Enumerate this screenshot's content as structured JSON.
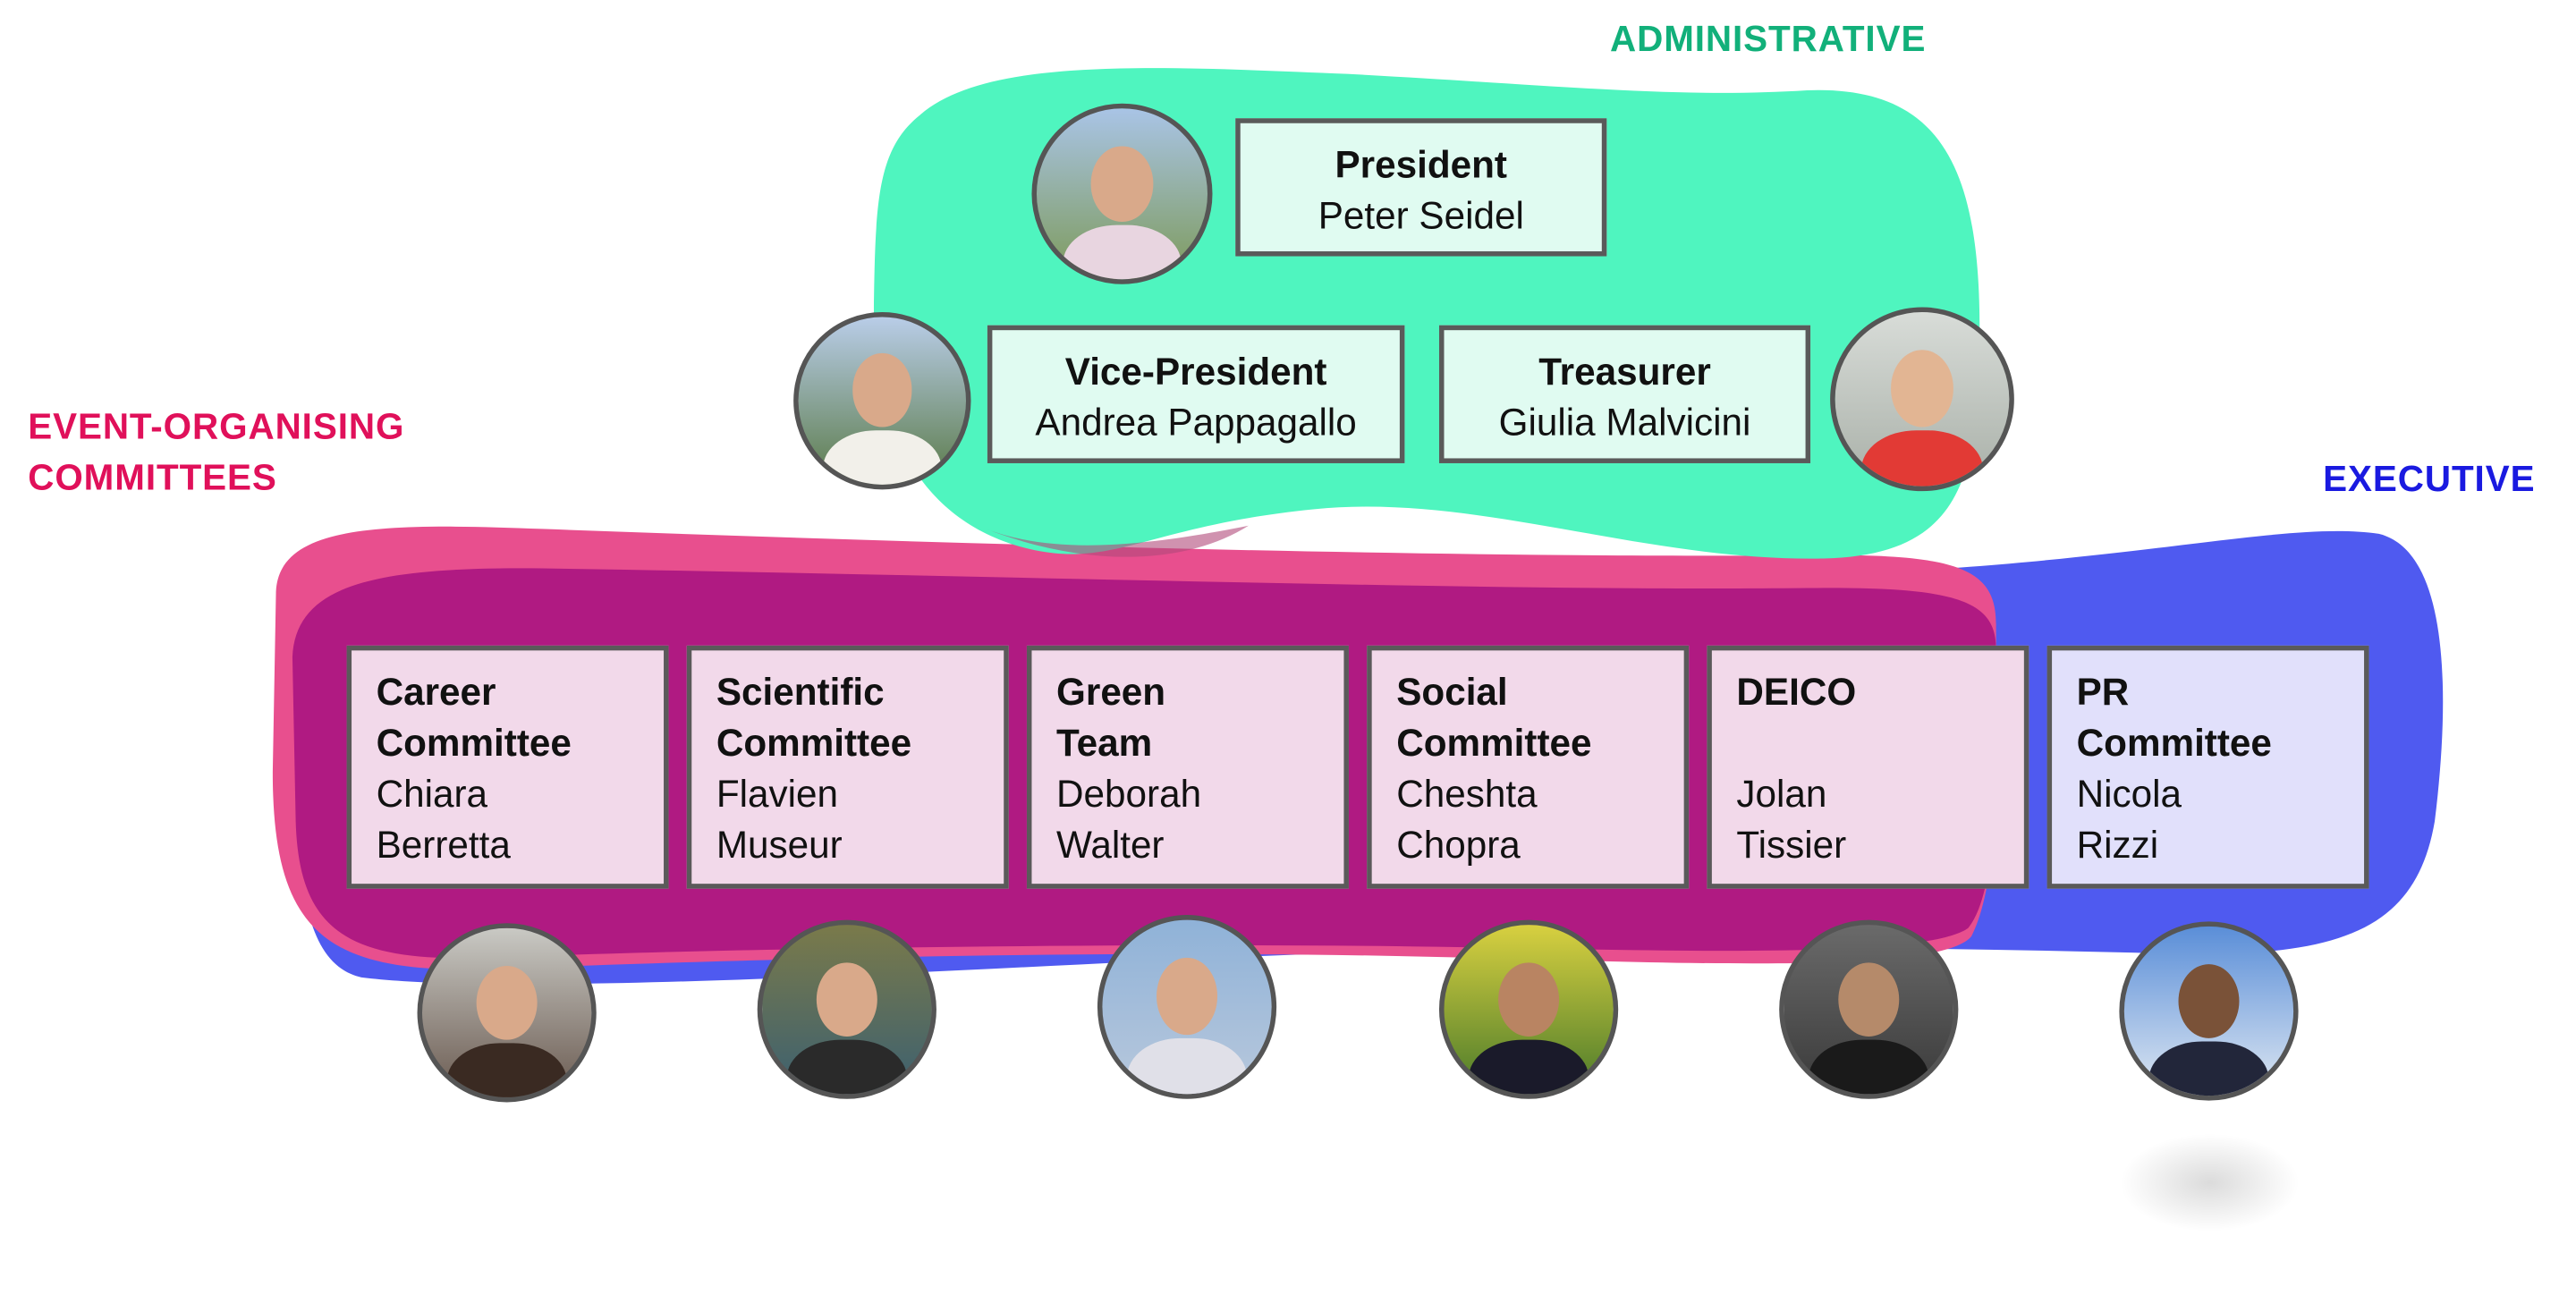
{
  "colors": {
    "administrative": "#12b07a",
    "event": "#e0105a",
    "executive": "#1a1ae0",
    "green_blob": "#4ff5bf",
    "pink_blob": "#e84f8e",
    "blue_blob": "#4f5af0",
    "overlap": "#b01a82"
  },
  "groups": {
    "administrative": "ADMINISTRATIVE",
    "event_line1": "EVENT-ORGANISING",
    "event_line2": "COMMITTEES",
    "executive": "EXECUTIVE"
  },
  "admin": [
    {
      "role": "President",
      "name": "Peter Seidel"
    },
    {
      "role": "Vice-President",
      "name": "Andrea Pappagallo"
    },
    {
      "role": "Treasurer",
      "name": "Giulia Malvicini"
    }
  ],
  "committees": [
    {
      "title1": "Career",
      "title2": "Committee",
      "name1": "Chiara",
      "name2": "Berretta"
    },
    {
      "title1": "Scientific",
      "title2": "Committee",
      "name1": "Flavien",
      "name2": "Museur"
    },
    {
      "title1": "Green",
      "title2": "Team",
      "name1": "Deborah",
      "name2": "Walter"
    },
    {
      "title1": "Social",
      "title2": "Committee",
      "name1": "Cheshta",
      "name2": "Chopra"
    },
    {
      "title1": "DEICO",
      "title2": "",
      "name1": "Jolan",
      "name2": "Tissier"
    },
    {
      "title1": "PR",
      "title2": "Committee",
      "name1": "Nicola",
      "name2": "Rizzi"
    }
  ]
}
